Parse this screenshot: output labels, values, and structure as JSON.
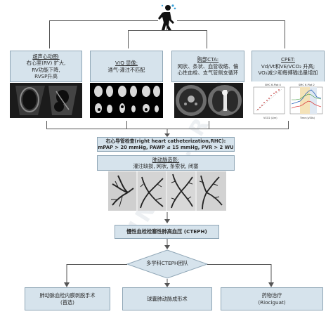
{
  "patient_icon": "person-walking-icon",
  "exam_boxes": [
    {
      "title": "超声心动图:",
      "lines": [
        "右心室(RV) 扩大,",
        "RV功能下降,",
        "RVSP升高"
      ]
    },
    {
      "title": "V/Q 显像:",
      "lines": [
        "通气-灌注不匹配"
      ]
    },
    {
      "title": "胸部CTA:",
      "lines": [
        "网状、条状、血管收缩、偏",
        "心性血栓、支气管侧支循环"
      ]
    },
    {
      "title": "CPET:",
      "lines": [
        "Vd/Vt和VE/VCO₂ 升高;",
        "VO₂减少和每搏输出量增加"
      ]
    }
  ],
  "cpet_plots": {
    "left_title": "SMC 6-Plot 4",
    "left_xlabel": "VCO2 (L/m)",
    "right_title": "SMC 6-Plot 2",
    "right_xlabel": "Time (s/30s)"
  },
  "rhc": {
    "title": "右心导管检查(right heart catheterization,RHC):",
    "criteria": "mPAP > 20 mmHg, PAWP ≤ 15 mmHg, PVR > 2 WU"
  },
  "angiography": {
    "title": "肺动脉造影:",
    "findings": "灌注缺损, 网状, 条索状, 闭塞"
  },
  "diagnosis": "慢性血栓栓塞性肺高血压 (CTEPH)",
  "mdt": "多学科CTEPH团队",
  "treatments": [
    {
      "label": "肺动脉血栓内膜剥脱手术",
      "sub": "(首选)"
    },
    {
      "label": "球囊肺动脉成形术",
      "sub": ""
    },
    {
      "label": "药物治疗",
      "sub": "(Riociguat)"
    }
  ],
  "watermark": "UNC ... ROG"
}
